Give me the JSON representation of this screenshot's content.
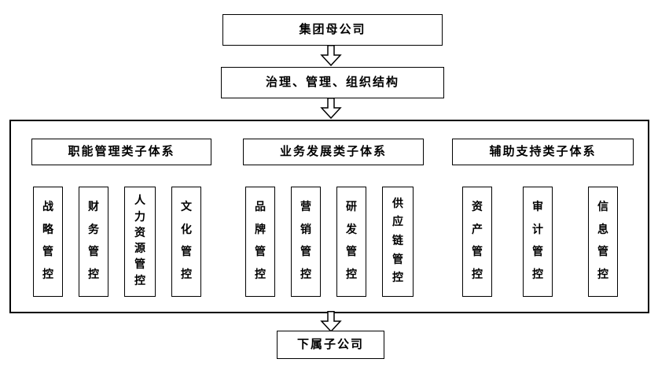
{
  "title": "集团母公司",
  "governance": "治理、管理、组织结构",
  "subsidiary": "下属子公司",
  "groups": [
    {
      "header": "职能管理类子体系",
      "items": [
        "战略管控",
        "财务管控",
        "人力资源管控",
        "文化管控"
      ]
    },
    {
      "header": "业务发展类子体系",
      "items": [
        "品牌管控",
        "营销管控",
        "研发管控",
        "供应链管控"
      ]
    },
    {
      "header": "辅助支持类子体系",
      "items": [
        "资产管控",
        "审计管控",
        "信息管控"
      ]
    }
  ],
  "colors": {
    "line": "#000000",
    "background": "#ffffff"
  }
}
